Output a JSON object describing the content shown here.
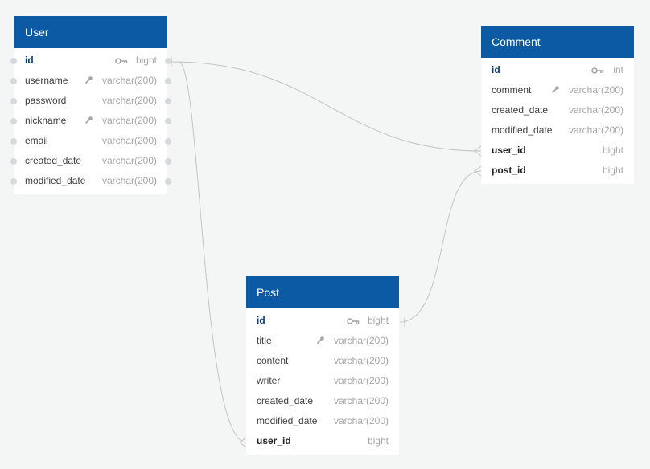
{
  "tables": {
    "user": {
      "title": "User",
      "fields": [
        {
          "name": "id",
          "type": "bight",
          "key": "pk"
        },
        {
          "name": "username",
          "type": "varchar(200)",
          "key": "unique"
        },
        {
          "name": "password",
          "type": "varchar(200)",
          "key": ""
        },
        {
          "name": "nickname",
          "type": "varchar(200)",
          "key": "unique"
        },
        {
          "name": "email",
          "type": "varchar(200)",
          "key": ""
        },
        {
          "name": "created_date",
          "type": "varchar(200)",
          "key": ""
        },
        {
          "name": "modified_date",
          "type": "varchar(200)",
          "key": ""
        }
      ]
    },
    "comment": {
      "title": "Comment",
      "fields": [
        {
          "name": "id",
          "type": "int",
          "key": "pk"
        },
        {
          "name": "comment",
          "type": "varchar(200)",
          "key": "unique"
        },
        {
          "name": "created_date",
          "type": "varchar(200)",
          "key": ""
        },
        {
          "name": "modified_date",
          "type": "varchar(200)",
          "key": ""
        },
        {
          "name": "user_id",
          "type": "bight",
          "key": "fk"
        },
        {
          "name": "post_id",
          "type": "bight",
          "key": "fk"
        }
      ]
    },
    "post": {
      "title": "Post",
      "fields": [
        {
          "name": "id",
          "type": "bight",
          "key": "pk"
        },
        {
          "name": "title",
          "type": "varchar(200)",
          "key": "unique"
        },
        {
          "name": "content",
          "type": "varchar(200)",
          "key": ""
        },
        {
          "name": "writer",
          "type": "varchar(200)",
          "key": ""
        },
        {
          "name": "created_date",
          "type": "varchar(200)",
          "key": ""
        },
        {
          "name": "modified_date",
          "type": "varchar(200)",
          "key": ""
        },
        {
          "name": "user_id",
          "type": "bight",
          "key": "fk"
        }
      ]
    }
  },
  "icons": {
    "pk": "key-icon",
    "unique": "wrench-icon"
  },
  "colors": {
    "header": "#0b5aa3",
    "background": "#f4f5f5",
    "connector": "#c4c4c4"
  }
}
